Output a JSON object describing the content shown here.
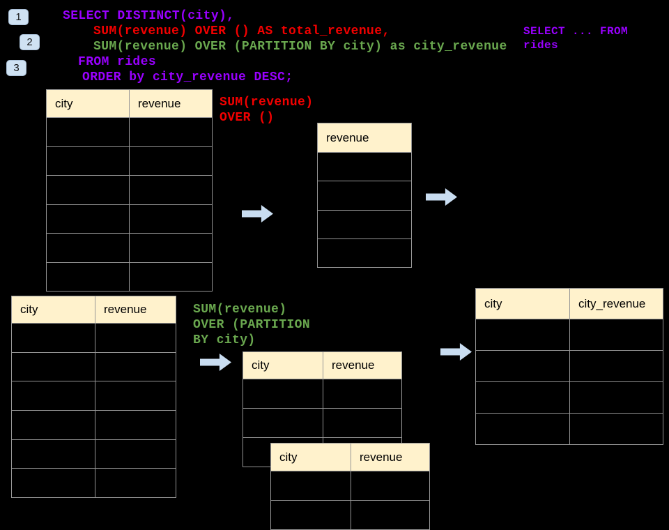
{
  "colors": {
    "bg": "#000000",
    "sql_purple": "#9900ff",
    "sql_red": "#f20000",
    "sql_green": "#6aa84f",
    "header_fill": "#fff2cc",
    "border": "#969696",
    "arrow": "#c9ddf1",
    "badge": "#cfe2f3"
  },
  "step_badges": [
    {
      "label": "1"
    },
    {
      "label": "2"
    },
    {
      "label": "3"
    }
  ],
  "sql_code": {
    "line1": "SELECT DISTINCT(city),",
    "line2": "SUM(revenue) OVER () AS total_revenue,",
    "line3": "SUM(revenue) OVER (PARTITION BY city) as city_revenue",
    "line4": "FROM rides",
    "line5": "ORDER by city_revenue DESC;"
  },
  "side_note": {
    "line1": "SELECT ... FROM",
    "line2": "rides"
  },
  "labels": {
    "total_window": {
      "line1": "SUM(revenue)",
      "line2": "OVER ()"
    },
    "partition_window": {
      "line1": "SUM(revenue)",
      "line2": "OVER (PARTITION",
      "line3": "BY city)"
    }
  },
  "tables": {
    "source_top": {
      "headers": [
        "city",
        "revenue"
      ],
      "body_rows": 6
    },
    "total_revenue_result": {
      "headers": [
        "revenue"
      ],
      "body_rows": 4
    },
    "source_bottom": {
      "headers": [
        "city",
        "revenue"
      ],
      "body_rows": 6
    },
    "partition_back": {
      "headers": [
        "city",
        "revenue"
      ],
      "body_rows": 3
    },
    "partition_front": {
      "headers": [
        "city",
        "revenue"
      ],
      "body_rows": 2
    },
    "city_revenue_result": {
      "headers": [
        "city",
        "city_revenue"
      ],
      "body_rows": 4
    }
  }
}
